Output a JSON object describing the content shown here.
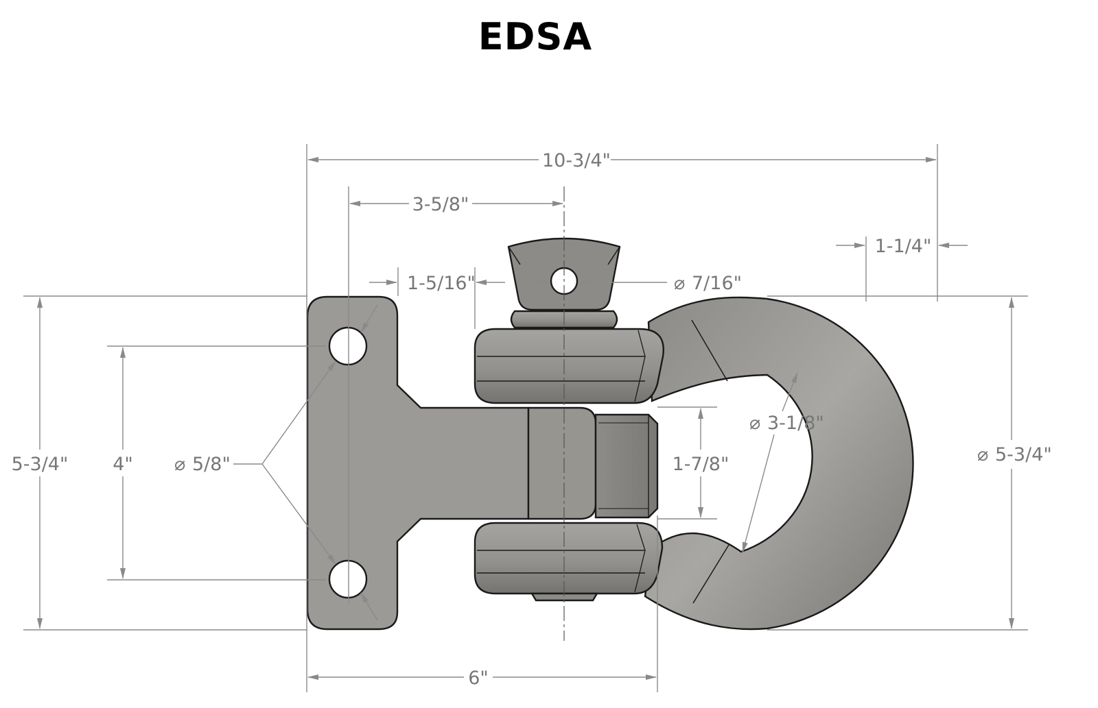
{
  "title": "EDSA",
  "dimensions": {
    "overall_length": "10-3/4\"",
    "pin_offset": "3-5/8\"",
    "shackle_offset": "1-1/4\"",
    "plate_gap": "1-5/16\"",
    "pin_hole": "7/16\"",
    "plate_height": "5-3/4\"",
    "hole_spacing": "4\"",
    "mount_hole": "5/8\"",
    "inner_diameter": "3-1/8\"",
    "jaw_width": "1-7/8\"",
    "outer_diameter": "5-3/4\"",
    "base_length": "6\""
  },
  "symbols": {
    "diameter": "⌀"
  },
  "colors": {
    "metal": "#9c9a96",
    "metal_dark": "#6e6c69",
    "outline": "#1a1a1a",
    "dimension": "#8a8a8a",
    "text": "#777777"
  }
}
